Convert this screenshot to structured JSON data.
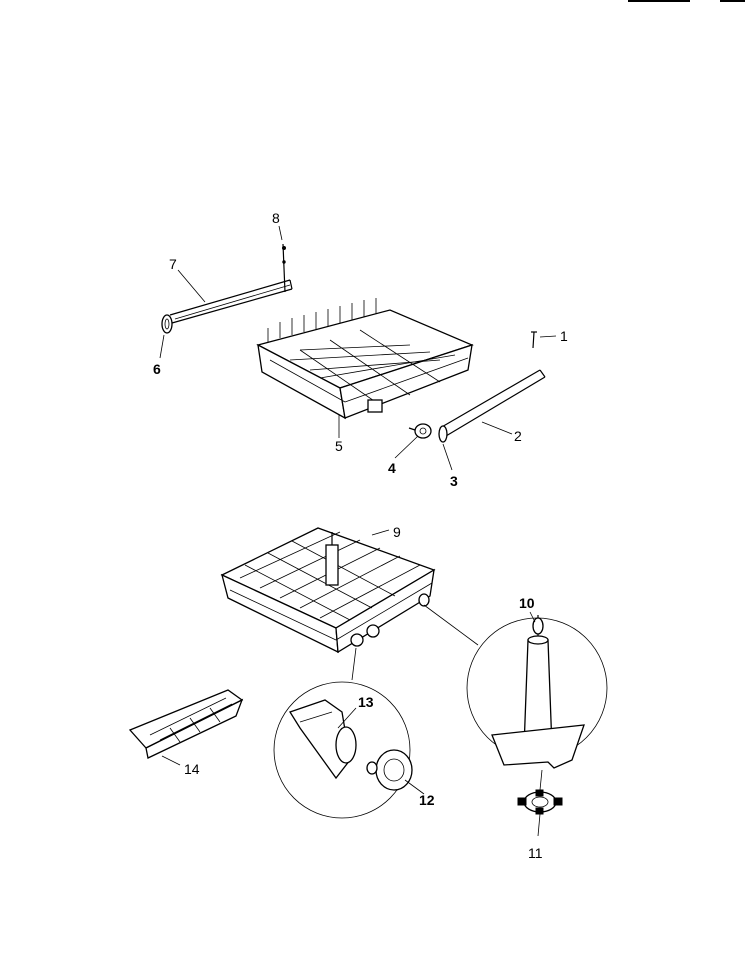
{
  "callouts": [
    {
      "id": "1",
      "text": "1"
    },
    {
      "id": "2",
      "text": "2"
    },
    {
      "id": "3",
      "text": "3"
    },
    {
      "id": "4",
      "text": "4"
    },
    {
      "id": "5",
      "text": "5"
    },
    {
      "id": "6",
      "text": "6"
    },
    {
      "id": "7",
      "text": "7"
    },
    {
      "id": "8",
      "text": "8"
    },
    {
      "id": "9",
      "text": "9"
    },
    {
      "id": "10",
      "text": "10"
    },
    {
      "id": "11",
      "text": "11"
    },
    {
      "id": "12",
      "text": "12"
    },
    {
      "id": "13",
      "text": "13"
    },
    {
      "id": "14",
      "text": "14"
    }
  ],
  "colors": {
    "ink": "#000000",
    "paper": "#ffffff"
  }
}
